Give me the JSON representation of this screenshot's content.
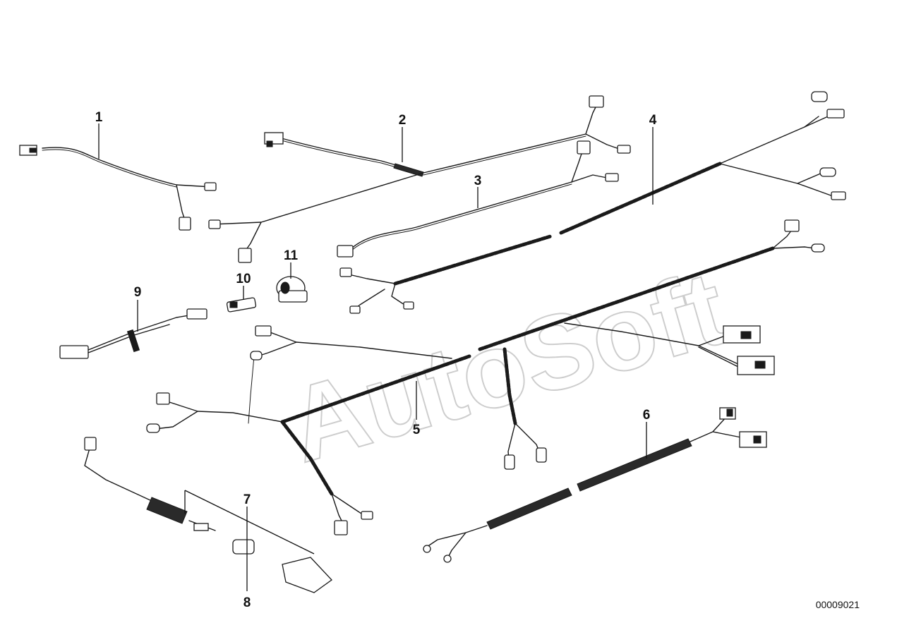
{
  "diagram": {
    "callouts": [
      "1",
      "2",
      "3",
      "4",
      "5",
      "6",
      "7",
      "8",
      "9",
      "10",
      "11"
    ],
    "watermark": "AutoSoft",
    "part_number": "00009021"
  }
}
